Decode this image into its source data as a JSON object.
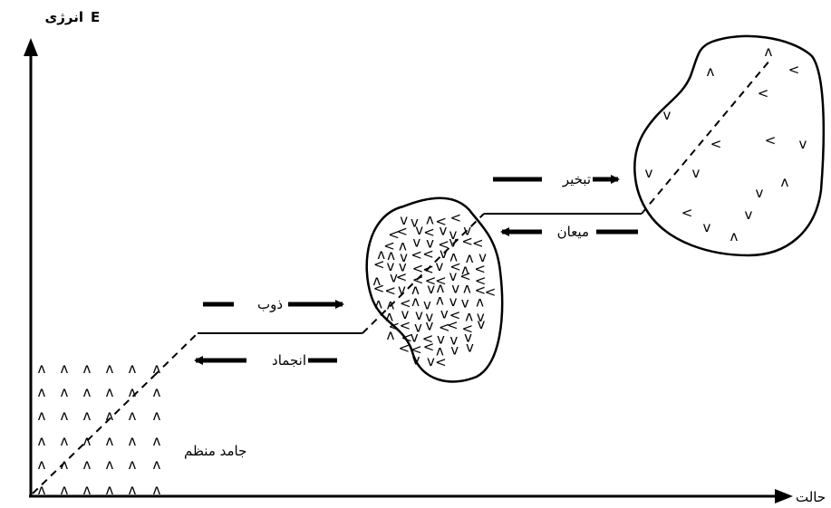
{
  "axes": {
    "y_label": "انرژی",
    "y_symbol": "E",
    "x_label": "حالت"
  },
  "labels": {
    "ordered_solid": "جامد منظم",
    "melting": "ذوب",
    "freezing": "انجماد",
    "evaporation": "تبخیر",
    "condensation": "میعان"
  },
  "molecule_glyphs": {
    "up": "ʌ",
    "down": "v",
    "left": "<"
  }
}
